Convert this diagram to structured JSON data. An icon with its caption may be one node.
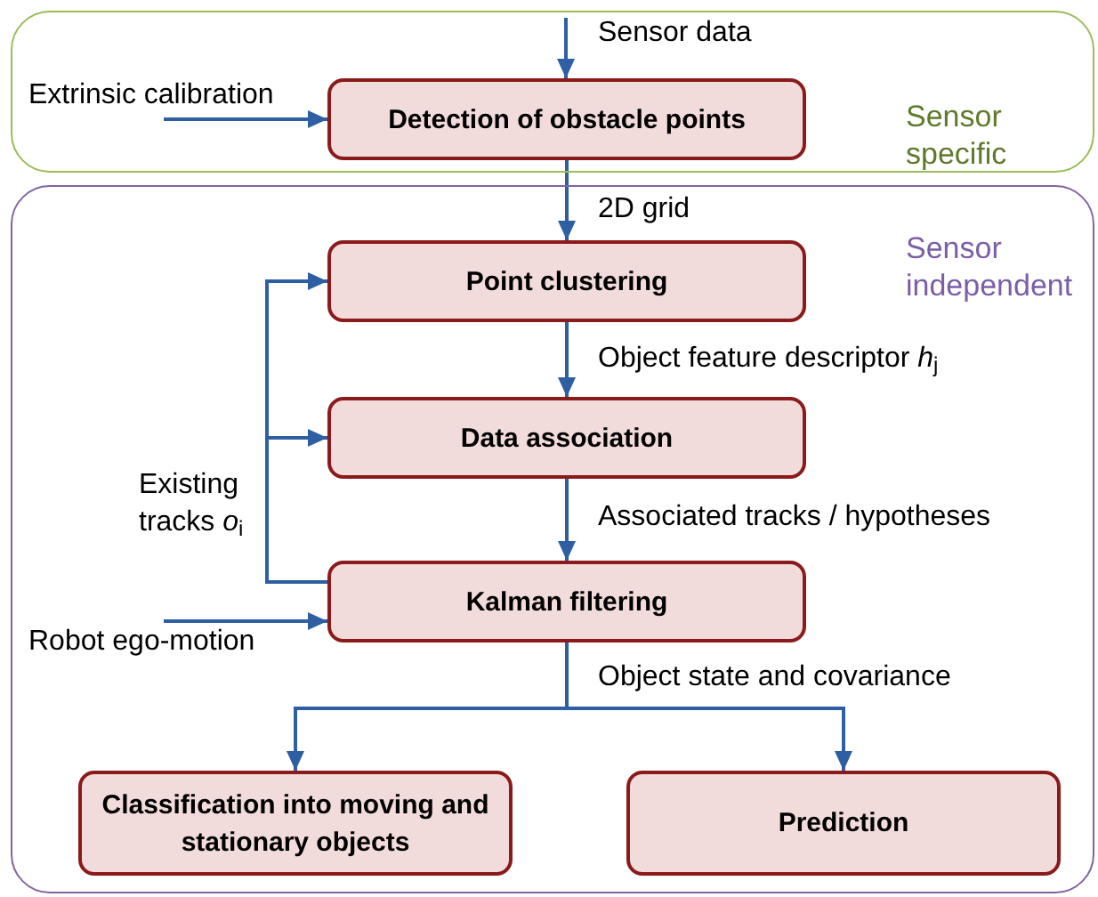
{
  "diagram": {
    "nodes": [
      {
        "text": [
          "Sensor specific"
        ]
      },
      {
        "text": [
          "Detection of obstacle points"
        ],
        "in": 0
      },
      {
        "text": [
          "Sensor independent"
        ]
      },
      {
        "text": [
          "Point clustering"
        ],
        "in": 2
      },
      {
        "text": [
          "Data association"
        ],
        "in": 2
      },
      {
        "text": [
          "Kalman filtering"
        ],
        "in": 2
      },
      {
        "text": [
          "Classification into moving and stationary objects"
        ],
        "in": 2
      },
      {
        "text": [
          "Prediction"
        ],
        "in": 2
      }
    ],
    "edges": [
      {
        "from": null,
        "to": 1,
        "arrow": "to",
        "label": "Sensor data"
      },
      {
        "from": null,
        "to": 1,
        "arrow": "to",
        "label": "Extrinsic calibration"
      },
      {
        "from": 1,
        "to": 3,
        "arrow": "to",
        "label": "2D grid"
      },
      {
        "from": 3,
        "to": 4,
        "arrow": "to",
        "label": "Object feature descriptor *h*$_{j}$"
      },
      {
        "from": 4,
        "to": 5,
        "arrow": "to",
        "label": "Associated tracks / hypotheses"
      },
      {
        "from": 5,
        "to": 3,
        "arrow": "to",
        "label": "Existing tracks *o*$_{i}$"
      },
      {
        "from": 5,
        "to": 4,
        "arrow": "to"
      },
      {
        "from": null,
        "to": 5,
        "arrow": "to",
        "label": "Robot ego-motion"
      },
      {
        "from": 5,
        "to": 6,
        "arrow": "to",
        "label": "Object state and covariance"
      },
      {
        "from": 5,
        "to": 7,
        "arrow": "to"
      }
    ]
  }
}
